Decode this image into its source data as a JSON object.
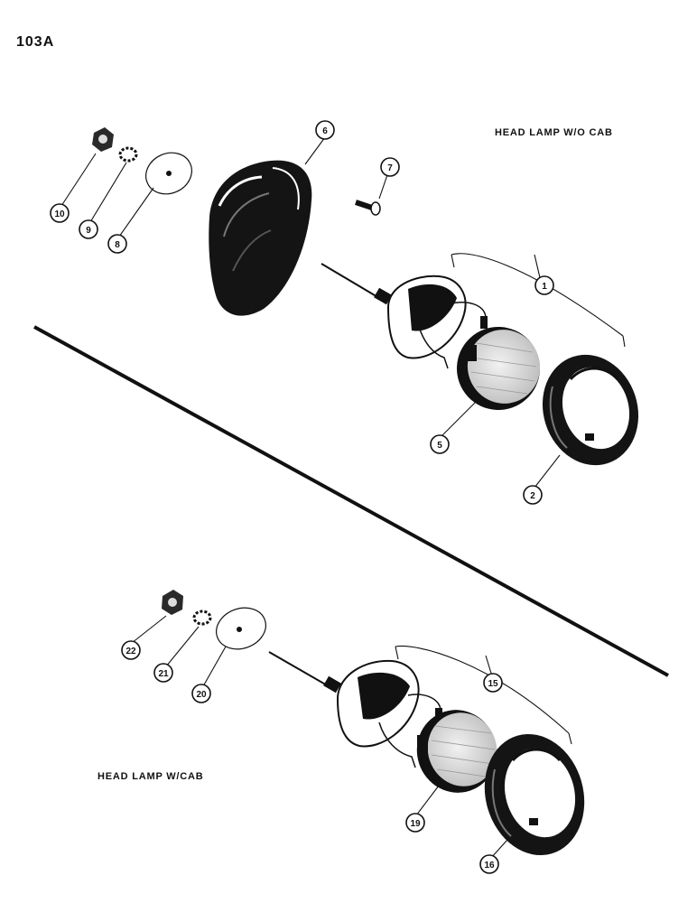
{
  "page": {
    "number": "103A"
  },
  "sections": {
    "without_cab": {
      "title": "HEAD LAMP W/O CAB"
    },
    "with_cab": {
      "title": "HEAD LAMP W/CAB"
    }
  },
  "callouts": {
    "c1": "1",
    "c2": "2",
    "c5": "5",
    "c6": "6",
    "c7": "7",
    "c8": "8",
    "c9": "9",
    "c10": "10",
    "c15": "15",
    "c16": "16",
    "c19": "19",
    "c20": "20",
    "c21": "21",
    "c22": "22"
  },
  "colors": {
    "ink": "#111111",
    "paper": "#ffffff",
    "lens": "#cfcfcf"
  }
}
